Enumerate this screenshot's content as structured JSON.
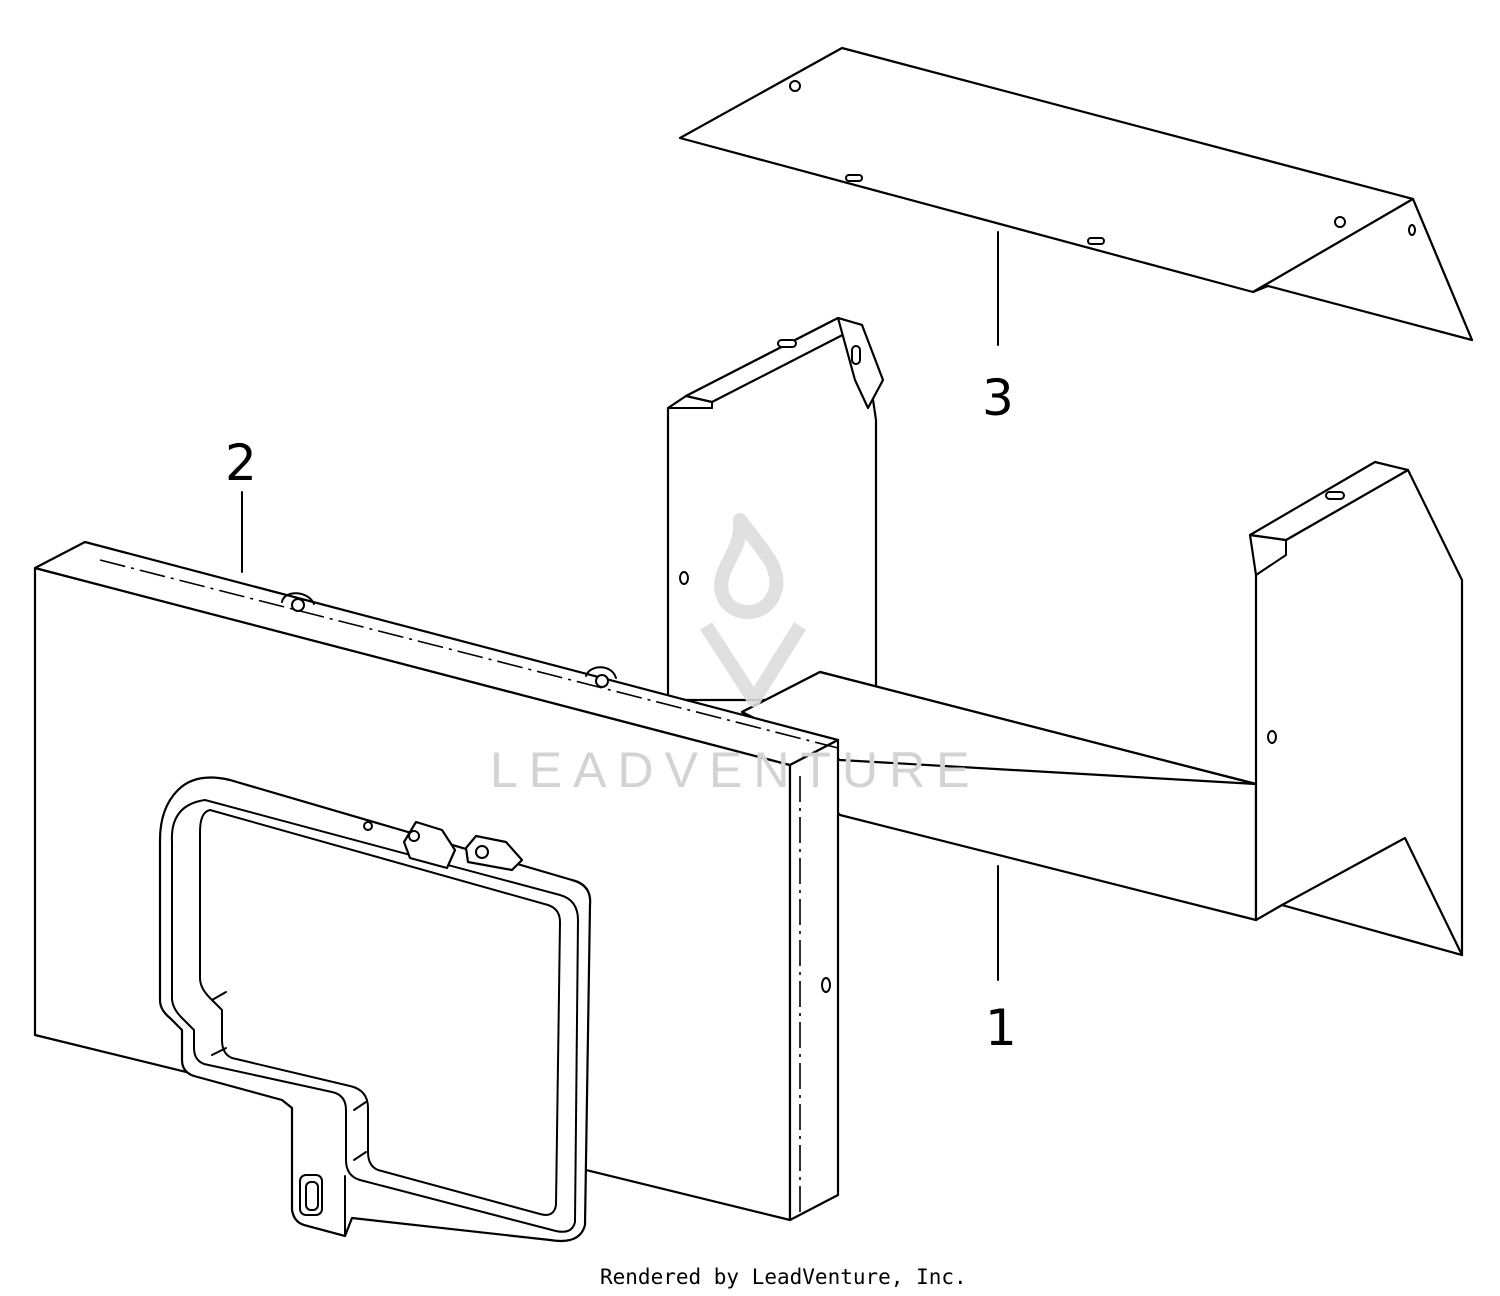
{
  "callouts": {
    "part1": "1",
    "part2": "2",
    "part3": "3"
  },
  "watermark": {
    "text": "LEADVENTURE",
    "icon": "flame-v-logo-icon",
    "color": "#d3d3d3"
  },
  "footer": {
    "credit": "Rendered by LeadVenture, Inc."
  }
}
